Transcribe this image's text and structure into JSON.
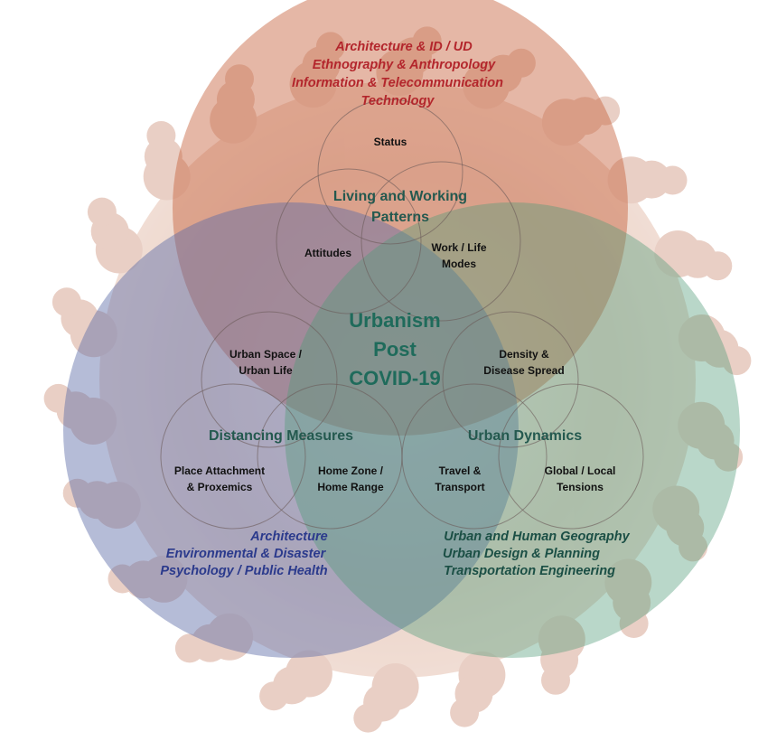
{
  "center_title": [
    "Urbanism",
    "Post",
    "COVID-19"
  ],
  "disciplines": {
    "top": [
      "Architecture & ID / UD",
      "Ethnography & Anthropology",
      "Information & Telecommunication",
      "Technology"
    ],
    "left": [
      "Architecture",
      "Environmental & Disaster",
      "Psychology / Public Health"
    ],
    "right": [
      "Urban and Human Geography",
      "Urban Design & Planning",
      "Transportation Engineering"
    ]
  },
  "themes": {
    "top": [
      "Living and Working",
      "Patterns"
    ],
    "left": "Distancing Measures",
    "right": "Urban Dynamics"
  },
  "topics": {
    "status": "Status",
    "attitudes": "Attitudes",
    "work_life": [
      "Work / Life",
      "Modes"
    ],
    "urban_space": [
      "Urban Space /",
      "Urban Life"
    ],
    "density": [
      "Density &",
      "Disease Spread"
    ],
    "place_attachment": [
      "Place Attachment",
      "& Proxemics"
    ],
    "home_zone": [
      "Home Zone /",
      "Home Range"
    ],
    "travel": [
      "Travel &",
      "Transport"
    ],
    "global_local": [
      "Global / Local",
      "Tensions"
    ]
  },
  "colors": {
    "top_circle": "#c55f3a",
    "left_circle": "#5a6aa6",
    "right_circle": "#4f9a78",
    "virus_background": "#d8a896"
  }
}
